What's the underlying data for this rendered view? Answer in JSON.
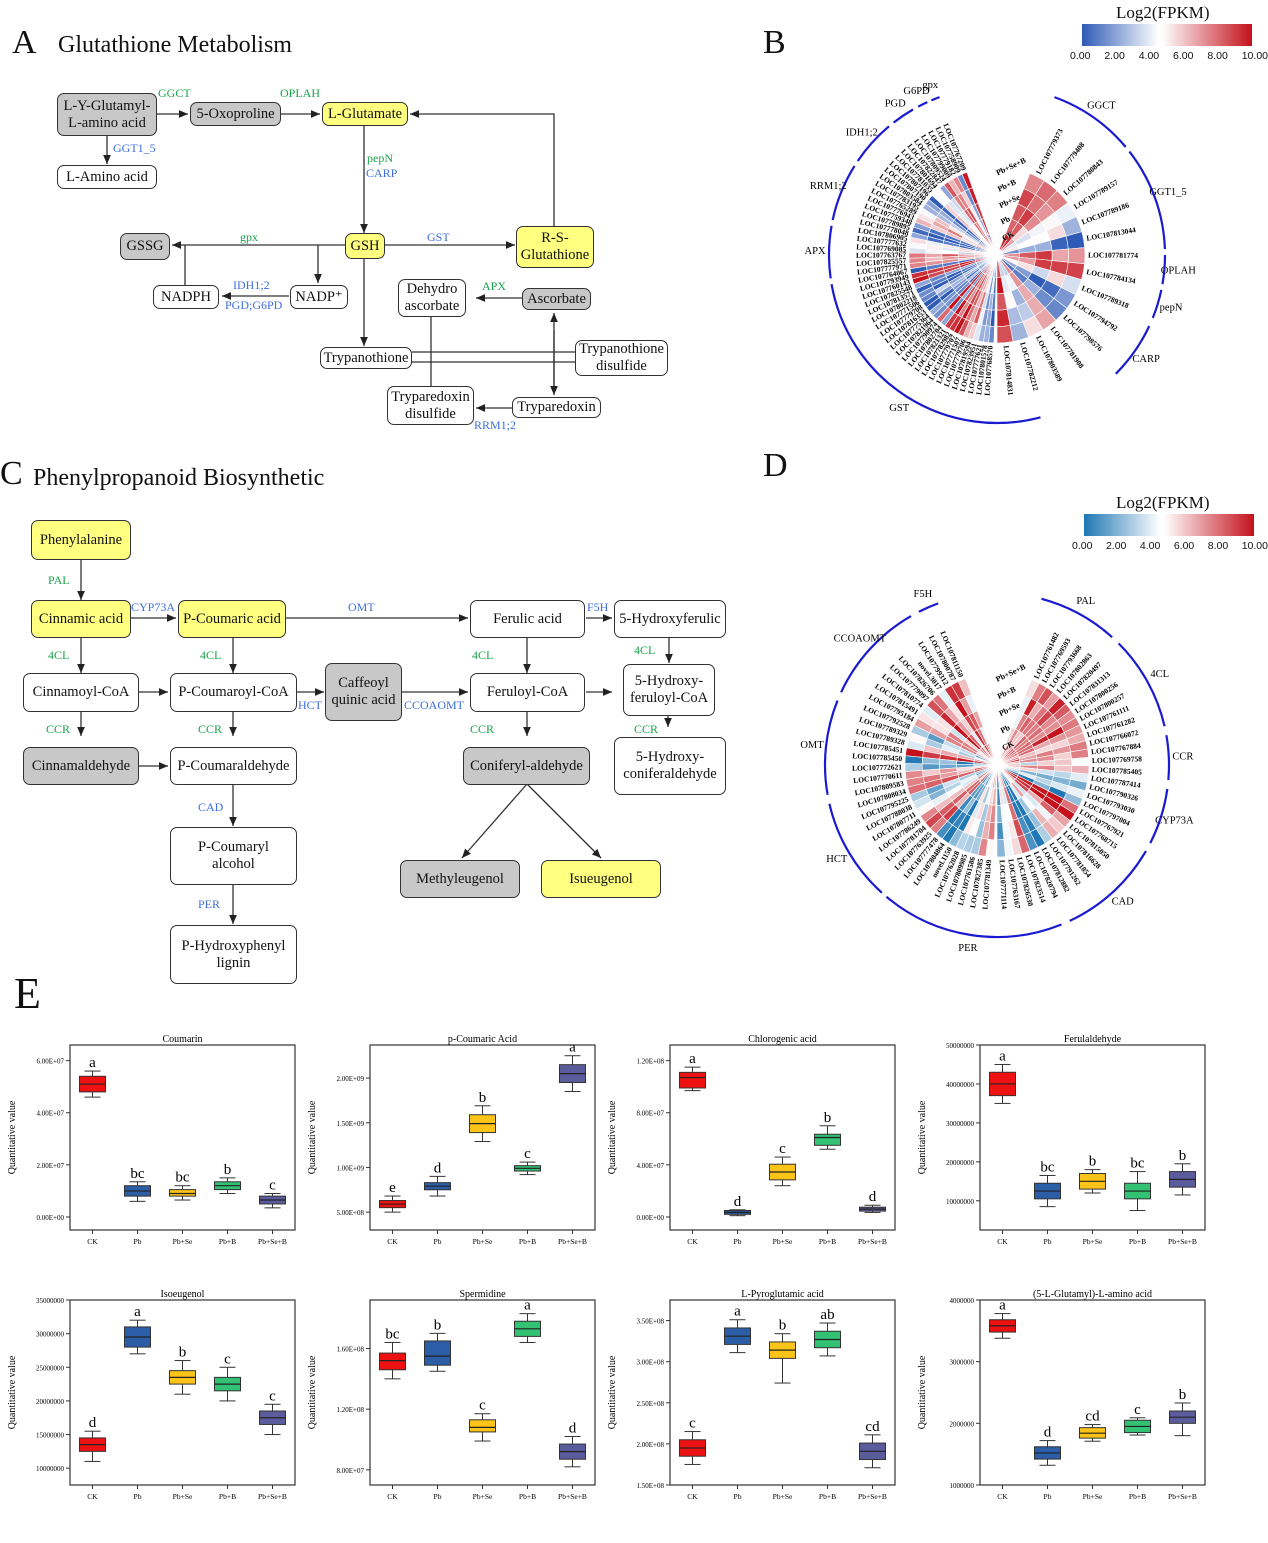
{
  "panelA": {
    "letter": "A",
    "title": "Glutathione Metabolism",
    "nodes": {
      "lyglut": "L-Y-Glutamyl-\nL-amino acid",
      "oxoproline": "5-Oxoproline",
      "lglutamate": "L-Glutamate",
      "laminoacid": "L-Amino acid",
      "gssg": "GSSG",
      "gsh": "GSH",
      "rsglut": "R-S-\nGlutathione",
      "nadph": "NADPH",
      "nadp": "NADP⁺",
      "dehydro": "Dehydro\nascorbate",
      "ascorbate": "Ascorbate",
      "trypanothione": "Trypanothione",
      "trypdisulfide": "Trypanothione\ndisulfide",
      "tryparedoxindisulfide": "Tryparedoxin\ndisulfide",
      "tryparedoxin": "Tryparedoxin"
    },
    "enzymes": {
      "ggct": "GGCT",
      "oplah": "OPLAH",
      "ggt": "GGT1_5",
      "pepn": "pepN",
      "carp": "CARP",
      "gpx": "gpx",
      "gst": "GST",
      "idh": "IDH1;2",
      "pgd": "PGD;G6PD",
      "apx": "APX",
      "rrm": "RRM1;2"
    }
  },
  "panelB": {
    "letter": "B",
    "colorbar": {
      "title": "Log2(FPKM)",
      "ticks": [
        "0.00",
        "2.00",
        "4.00",
        "6.00",
        "8.00",
        "10.00"
      ],
      "low": "#2f5bb7",
      "mid": "#ffffff",
      "high": "#c4111b"
    },
    "rings": [
      "CK",
      "Pb",
      "Pb+Se",
      "Pb+B",
      "Pb+Se+B"
    ],
    "groups": [
      "gpx",
      "G6PD",
      "PGD",
      "IDH1;2",
      "RRM1;2",
      "APX",
      "GST",
      "CARP",
      "pepN",
      "OPLAH",
      "GGT1_5",
      "GGCT"
    ],
    "genes_left": [
      "LOC107767209",
      "LOC107758909",
      "LOC107779182",
      "LOC107799009",
      "LOC107809524",
      "LOC107822847",
      "LOC107801694",
      "LOC107781035",
      "LOC107807196",
      "LOC107807190",
      "LOC107803584",
      "LOC107783195",
      "LOC107765289",
      "LOC107776943",
      "LOC107759348",
      "LOC107789895",
      "LOC107778048",
      "LOC107806905",
      "LOC107777632",
      "LOC107769085",
      "LOC107763767",
      "LOC107825557",
      "LOC107777971",
      "LOC107764067",
      "LOC107793949",
      "LOC107760143",
      "LOC107825548",
      "LOC107813571",
      "LOC107802218",
      "LOC107771506",
      "LOC107779708",
      "LOC107816353",
      "LOC107775364",
      "LOC107821964",
      "LOC107790974",
      "LOC107802704",
      "LOC107821321",
      "LOC107782982",
      "LOC107779707",
      "LOC107771507",
      "LOC107779706",
      "LOC107819594",
      "LOC107823951",
      "LOC107777621",
      "LOC107801578",
      "LOC107768570"
    ],
    "genes_right": [
      "LOC107779373",
      "LOC107779408",
      "LOC107780843",
      "LOC107789157",
      "LOC107789186",
      "LOC107813044",
      "LOC107781774",
      "LOC107784134",
      "LOC107789318",
      "LOC107794792",
      "LOC107798576",
      "LOC107781908",
      "LOC107803589",
      "LOC107782212",
      "LOC107814831"
    ]
  },
  "panelC": {
    "letter": "C",
    "title": "Phenylpropanoid Biosynthetic",
    "nodes": {
      "phenylalanine": "Phenylalanine",
      "cinnamic": "Cinnamic acid",
      "pcoumaric": "P-Coumaric acid",
      "ferulic": "Ferulic acid",
      "hydroxyferulic": "5-Hydroxyferulic",
      "cinnamoyl": "Cinnamoyl-CoA",
      "pcoumaroyl": "P-Coumaroyl-CoA",
      "caffeoyl": "Caffeoyl\nquinic acid",
      "feruloyl": "Feruloyl-CoA",
      "hydroxyferuloyl": "5-Hydroxy-\nferuloyl-CoA",
      "cinnamaldehyde": "Cinnamaldehyde",
      "pcoumaraldehyde": "P-Coumaraldehyde",
      "coniferyl": "Coniferyl-aldehyde",
      "hydroxyconifer": "5-Hydroxy-\nconiferaldehyde",
      "pcoumaryl": "P-Coumaryl\nalcohol",
      "methyleugenol": "Methyleugenol",
      "isueugenol": "Isueugenol",
      "hydroxyphenyl": "P-Hydroxyphenyl\nlignin"
    },
    "enzymes": {
      "pal": "PAL",
      "cyp": "CYP73A",
      "omt": "OMT",
      "f5h": "F5H",
      "cl1": "4CL",
      "cl2": "4CL",
      "cl3": "4CL",
      "cl4": "4CL",
      "hct": "HCT",
      "ccoaomt": "CCOAOMT",
      "ccr1": "CCR",
      "ccr2": "CCR",
      "ccr3": "CCR",
      "ccr4": "CCR",
      "cad": "CAD",
      "per": "PER"
    }
  },
  "panelD": {
    "letter": "D",
    "colorbar": {
      "title": "Log2(FPKM)",
      "ticks": [
        "0.00",
        "2.00",
        "4.00",
        "6.00",
        "8.00",
        "10.00"
      ],
      "low": "#1f77b4",
      "mid": "#ffffff",
      "high": "#c4111b"
    },
    "rings": [
      "CK",
      "Pb",
      "Pb+Se",
      "Pb+B",
      "Pb+Se+B"
    ],
    "groups": [
      "F5H",
      "CCOAOMT",
      "OMT",
      "HCT",
      "PER",
      "CAD",
      "CYP73A",
      "CCR",
      "4CL",
      "PAL"
    ],
    "genes_left": [
      "LOC107811150",
      "LOC107800787",
      "LOC107799312",
      "novel.3017",
      "LOC107826706",
      "LOC107779097",
      "LOC107810774",
      "LOC107815491",
      "LOC107795184",
      "LOC107792528",
      "LOC107789329",
      "LOC107789328",
      "LOC107785451",
      "LOC107785450",
      "LOC107772621",
      "LOC107770611",
      "LOC107809583",
      "LOC107808034",
      "LOC107795225",
      "LOC107788038",
      "LOC107807711",
      "LOC107786249",
      "LOC107781704",
      "LOC107763925",
      "LOC107777478",
      "LOC107804864",
      "novel.1150",
      "LOC107762028",
      "LOC107809985",
      "LOC107761586",
      "LOC107827385",
      "LOC107781349"
    ],
    "genes_right": [
      "LOC107761482",
      "LOC107769593",
      "LOC107793668",
      "LOC107802863",
      "LOC107820497",
      "LOC107831313",
      "LOC107800256",
      "LOC107800257",
      "LOC107761111",
      "LOC107761282",
      "LOC107766072",
      "LOC107767884",
      "LOC107769758",
      "LOC107785405",
      "LOC107787414",
      "LOC107790326",
      "LOC107793030",
      "LOC107797004",
      "LOC107767921",
      "LOC107768715",
      "LOC107815050",
      "LOC107816628",
      "LOC107781854",
      "LOC107791262",
      "LOC107812882",
      "LOC107820794",
      "LOC107823514",
      "LOC107826530",
      "LOC107763167",
      "LOC107771114"
    ]
  },
  "panelE": {
    "letter": "E"
  },
  "chart_data": [
    {
      "type": "box",
      "title": "Coumarin",
      "ylabel": "Quantitative value",
      "categories": [
        "CK",
        "Pb",
        "Pb+Se",
        "Pb+B",
        "Pb+Se+B"
      ],
      "yticks": [
        "0.00E+00",
        "2.00E+07",
        "4.00E+07",
        "6.00E+07"
      ],
      "ytick_values": [
        0,
        20000000,
        40000000,
        60000000
      ],
      "ylim": [
        -5000000,
        66000000
      ],
      "boxes": [
        {
          "min": 46000000,
          "q1": 48000000,
          "median": 51000000,
          "q3": 54000000,
          "max": 56000000,
          "letter": "a"
        },
        {
          "min": 6000000,
          "q1": 8000000,
          "median": 10000000,
          "q3": 12000000,
          "max": 13500000,
          "letter": "bc"
        },
        {
          "min": 6500000,
          "q1": 8000000,
          "median": 9000000,
          "q3": 10500000,
          "max": 12000000,
          "letter": "bc"
        },
        {
          "min": 9000000,
          "q1": 10500000,
          "median": 12000000,
          "q3": 13500000,
          "max": 15000000,
          "letter": "b"
        },
        {
          "min": 3500000,
          "q1": 5000000,
          "median": 6500000,
          "q3": 8000000,
          "max": 9000000,
          "letter": "c"
        }
      ]
    },
    {
      "type": "box",
      "title": "p-Coumaric Acid",
      "ylabel": "Quantitative value",
      "categories": [
        "CK",
        "Pb",
        "Pb+Se",
        "Pb+B",
        "Pb+Se+B"
      ],
      "yticks": [
        "5.00E+08",
        "1.00E+09",
        "1.50E+09",
        "2.00E+09"
      ],
      "ytick_values": [
        500000000,
        1000000000,
        1500000000,
        2000000000
      ],
      "ylim": [
        300000000,
        2370000000
      ],
      "boxes": [
        {
          "min": 500000000,
          "q1": 550000000,
          "median": 590000000,
          "q3": 630000000,
          "max": 680000000,
          "letter": "e"
        },
        {
          "min": 680000000,
          "q1": 750000000,
          "median": 790000000,
          "q3": 830000000,
          "max": 900000000,
          "letter": "d"
        },
        {
          "min": 1290000000,
          "q1": 1390000000,
          "median": 1490000000,
          "q3": 1590000000,
          "max": 1690000000,
          "letter": "b"
        },
        {
          "min": 920000000,
          "q1": 960000000,
          "median": 990000000,
          "q3": 1020000000,
          "max": 1060000000,
          "letter": "c"
        },
        {
          "min": 1850000000,
          "q1": 1950000000,
          "median": 2050000000,
          "q3": 2150000000,
          "max": 2250000000,
          "letter": "a"
        }
      ]
    },
    {
      "type": "box",
      "title": "Chlorogenic acid",
      "ylabel": "Quantitative value",
      "categories": [
        "CK",
        "Pb",
        "Pb+Se",
        "Pb+B",
        "Pb+Se+B"
      ],
      "yticks": [
        "0.00E+00",
        "4.00E+07",
        "8.00E+07",
        "1.20E+08"
      ],
      "ytick_values": [
        0,
        40000000,
        80000000,
        120000000
      ],
      "ylim": [
        -10000000,
        132000000
      ],
      "boxes": [
        {
          "min": 97000000,
          "q1": 99000000,
          "median": 107000000,
          "q3": 111000000,
          "max": 115000000,
          "letter": "a"
        },
        {
          "min": 1000000,
          "q1": 2000000,
          "median": 3500000,
          "q3": 5000000,
          "max": 5500000,
          "letter": "d"
        },
        {
          "min": 24000000,
          "q1": 28500000,
          "median": 34500000,
          "q3": 40500000,
          "max": 46000000,
          "letter": "c"
        },
        {
          "min": 52000000,
          "q1": 55000000,
          "median": 61000000,
          "q3": 63500000,
          "max": 70000000,
          "letter": "b"
        },
        {
          "min": 3500000,
          "q1": 4500000,
          "median": 6000000,
          "q3": 7500000,
          "max": 9000000,
          "letter": "d"
        }
      ]
    },
    {
      "type": "box",
      "title": "Ferulaldehyde",
      "ylabel": "Quantitative value",
      "categories": [
        "CK",
        "Pb",
        "Pb+Se",
        "Pb+B",
        "Pb+Se+B"
      ],
      "yticks": [
        "10000000",
        "20000000",
        "30000000",
        "40000000",
        "50000000"
      ],
      "ytick_values": [
        10000000,
        20000000,
        30000000,
        40000000,
        50000000
      ],
      "ylim": [
        2500000,
        50000000
      ],
      "boxes": [
        {
          "min": 35000000,
          "q1": 37000000,
          "median": 40000000,
          "q3": 43000000,
          "max": 45000000,
          "letter": "a"
        },
        {
          "min": 8500000,
          "q1": 10500000,
          "median": 12500000,
          "q3": 14500000,
          "max": 16500000,
          "letter": "bc"
        },
        {
          "min": 12000000,
          "q1": 13000000,
          "median": 15000000,
          "q3": 17000000,
          "max": 18000000,
          "letter": "b"
        },
        {
          "min": 7500000,
          "q1": 10500000,
          "median": 12500000,
          "q3": 14500000,
          "max": 17500000,
          "letter": "bc"
        },
        {
          "min": 11500000,
          "q1": 13500000,
          "median": 15500000,
          "q3": 17500000,
          "max": 19500000,
          "letter": "b"
        }
      ]
    },
    {
      "type": "box",
      "title": "Isoeugenol",
      "ylabel": "Quantitative value",
      "categories": [
        "CK",
        "Pb",
        "Pb+Se",
        "Pb+B",
        "Pb+Se+B"
      ],
      "yticks": [
        "10000000",
        "15000000",
        "20000000",
        "25000000",
        "30000000",
        "35000000"
      ],
      "ytick_values": [
        10000000,
        15000000,
        20000000,
        25000000,
        30000000,
        35000000
      ],
      "ylim": [
        7500000,
        35000000
      ],
      "boxes": [
        {
          "min": 11000000,
          "q1": 12500000,
          "median": 13500000,
          "q3": 14500000,
          "max": 15500000,
          "letter": "d"
        },
        {
          "min": 27000000,
          "q1": 28000000,
          "median": 29500000,
          "q3": 31000000,
          "max": 32000000,
          "letter": "a"
        },
        {
          "min": 21000000,
          "q1": 22500000,
          "median": 23500000,
          "q3": 24500000,
          "max": 26000000,
          "letter": "b"
        },
        {
          "min": 20000000,
          "q1": 21500000,
          "median": 22500000,
          "q3": 23500000,
          "max": 25000000,
          "letter": "c"
        },
        {
          "min": 15000000,
          "q1": 16500000,
          "median": 17500000,
          "q3": 18500000,
          "max": 19500000,
          "letter": "c"
        }
      ]
    },
    {
      "type": "box",
      "title": "Spermidine",
      "ylabel": "Quantitative value",
      "categories": [
        "CK",
        "Pb",
        "Pb+Se",
        "Pb+B",
        "Pb+Se+B"
      ],
      "yticks": [
        "8.00E+07",
        "1.20E+08",
        "1.60E+08"
      ],
      "ytick_values": [
        80000000,
        120000000,
        160000000
      ],
      "ylim": [
        70000000,
        192000000
      ],
      "boxes": [
        {
          "min": 140000000,
          "q1": 146000000,
          "median": 152000000,
          "q3": 157000000,
          "max": 164000000,
          "letter": "bc"
        },
        {
          "min": 145000000,
          "q1": 149000000,
          "median": 155000000,
          "q3": 165000000,
          "max": 170000000,
          "letter": "b"
        },
        {
          "min": 99000000,
          "q1": 105000000,
          "median": 108000000,
          "q3": 113000000,
          "max": 117000000,
          "letter": "c"
        },
        {
          "min": 164000000,
          "q1": 168000000,
          "median": 173000000,
          "q3": 178000000,
          "max": 183000000,
          "letter": "a"
        },
        {
          "min": 82000000,
          "q1": 87000000,
          "median": 92000000,
          "q3": 97000000,
          "max": 102000000,
          "letter": "d"
        }
      ]
    },
    {
      "type": "box",
      "title": "L-Pyroglutamic acid",
      "ylabel": "Quantitative value",
      "categories": [
        "CK",
        "Pb",
        "Pb+Se",
        "Pb+B",
        "Pb+Se+B"
      ],
      "yticks": [
        "1.50E+08",
        "2.00E+08",
        "2.50E+08",
        "3.00E+08",
        "3.50E+08"
      ],
      "ytick_values": [
        150000000,
        200000000,
        250000000,
        300000000,
        350000000
      ],
      "ylim": [
        150000000,
        375000000
      ],
      "boxes": [
        {
          "min": 175000000,
          "q1": 185000000,
          "median": 195000000,
          "q3": 205000000,
          "max": 215000000,
          "letter": "c"
        },
        {
          "min": 311000000,
          "q1": 321000000,
          "median": 331000000,
          "q3": 341000000,
          "max": 351000000,
          "letter": "a"
        },
        {
          "min": 274000000,
          "q1": 304000000,
          "median": 314000000,
          "q3": 324000000,
          "max": 334000000,
          "letter": "b"
        },
        {
          "min": 307000000,
          "q1": 317000000,
          "median": 327000000,
          "q3": 337000000,
          "max": 347000000,
          "letter": "ab"
        },
        {
          "min": 171000000,
          "q1": 181000000,
          "median": 191000000,
          "q3": 201000000,
          "max": 211000000,
          "letter": "cd"
        }
      ]
    },
    {
      "type": "box",
      "title": "(5-L-Glutamyl)-L-amino acid",
      "ylabel": "Quantitative value",
      "categories": [
        "CK",
        "Pb",
        "Pb+Se",
        "Pb+B",
        "Pb+Se+B"
      ],
      "yticks": [
        "1000000",
        "2000000",
        "3000000",
        "4000000"
      ],
      "ytick_values": [
        1000000,
        2000000,
        3000000,
        4000000
      ],
      "ylim": [
        1000000,
        4000000
      ],
      "boxes": [
        {
          "min": 3380000,
          "q1": 3480000,
          "median": 3580000,
          "q3": 3680000,
          "max": 3780000,
          "letter": "a"
        },
        {
          "min": 1320000,
          "q1": 1420000,
          "median": 1520000,
          "q3": 1620000,
          "max": 1720000,
          "letter": "d"
        },
        {
          "min": 1710000,
          "q1": 1760000,
          "median": 1840000,
          "q3": 1930000,
          "max": 1980000,
          "letter": "cd"
        },
        {
          "min": 1810000,
          "q1": 1850000,
          "median": 1950000,
          "q3": 2050000,
          "max": 2090000,
          "letter": "c"
        },
        {
          "min": 1800000,
          "q1": 2000000,
          "median": 2100000,
          "q3": 2200000,
          "max": 2330000,
          "letter": "b"
        }
      ]
    }
  ],
  "box_colors": [
    "#ee1111",
    "#2b5ea7",
    "#fcc419",
    "#33c174",
    "#5b5c9c"
  ]
}
